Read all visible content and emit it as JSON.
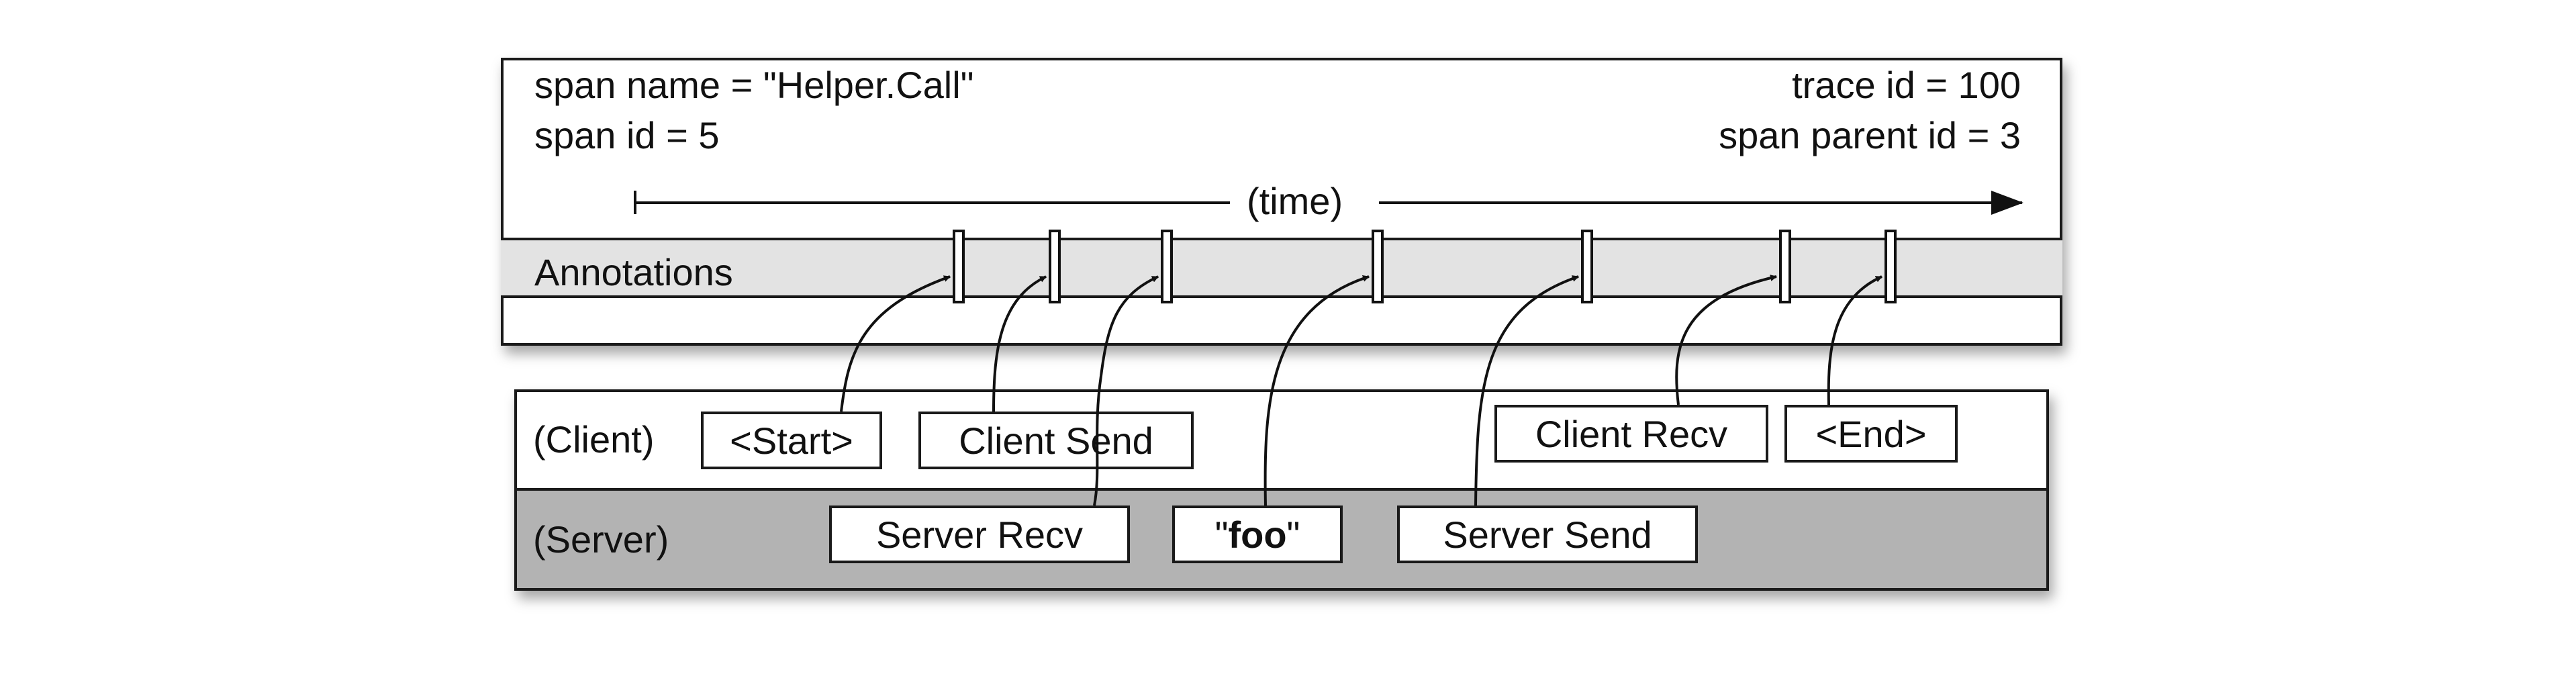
{
  "span": {
    "name_line": "span name = \"Helper.Call\"",
    "id_line": "span id = 5",
    "trace_line": "trace id = 100",
    "parent_line": "span parent id = 3",
    "time_label": "(time)",
    "annotations_label": "Annotations"
  },
  "rows": {
    "client_label": "(Client)",
    "server_label": "(Server)"
  },
  "events": {
    "start": "<Start>",
    "client_send": "Client Send",
    "client_recv": "Client Recv",
    "end": "<End>",
    "server_recv": "Server Recv",
    "foo_quote_open": "\"",
    "foo_text": "foo",
    "foo_quote_close": "\"",
    "server_send": "Server Send"
  }
}
